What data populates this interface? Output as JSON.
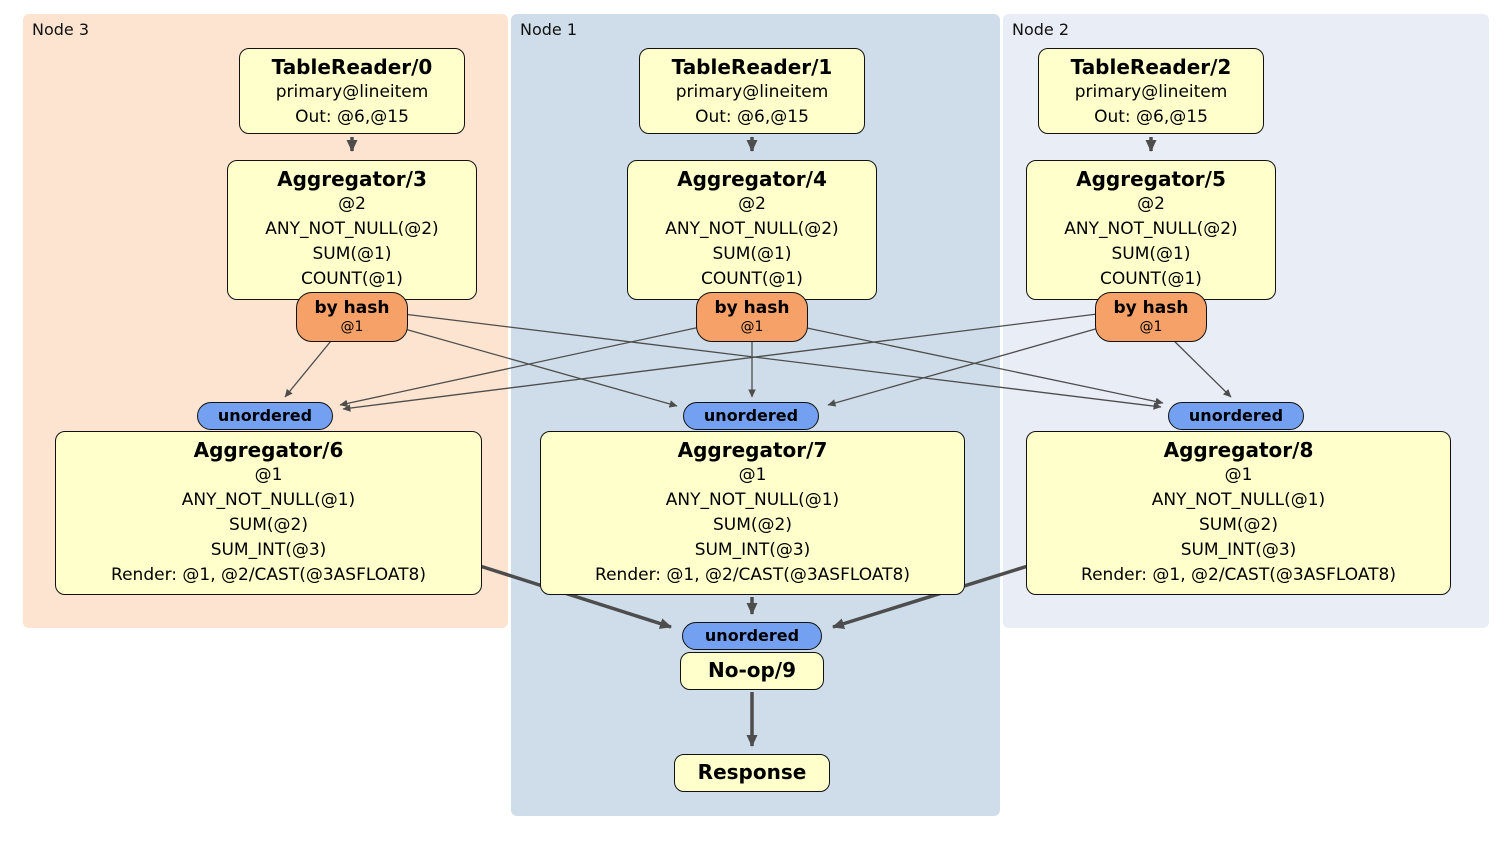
{
  "diagram": "distsql-physical-plan",
  "colors": {
    "node3_bg": "#fce4d1",
    "node1_bg": "#cedde9",
    "node2_bg": "#e9edf6",
    "processor_bg": "#ffffcc",
    "router_bg": "#f5a167",
    "sync_bg": "#74a0f2",
    "edge": "#4d4d4d"
  },
  "groups": [
    {
      "label": "Node 3",
      "tablereader": {
        "title": "TableReader/0",
        "lines": [
          "primary@lineitem",
          "Out: @6,@15"
        ]
      },
      "aggregator_top": {
        "title": "Aggregator/3",
        "lines": [
          "@2",
          "ANY_NOT_NULL(@2)",
          "SUM(@1)",
          "COUNT(@1)"
        ]
      },
      "router": {
        "label": "by hash",
        "detail": "@1"
      },
      "sync": {
        "label": "unordered"
      },
      "aggregator_bottom": {
        "title": "Aggregator/6",
        "lines": [
          "@1",
          "ANY_NOT_NULL(@1)",
          "SUM(@2)",
          "SUM_INT(@3)",
          "Render: @1, @2/CAST(@3ASFLOAT8)"
        ]
      }
    },
    {
      "label": "Node 1",
      "tablereader": {
        "title": "TableReader/1",
        "lines": [
          "primary@lineitem",
          "Out: @6,@15"
        ]
      },
      "aggregator_top": {
        "title": "Aggregator/4",
        "lines": [
          "@2",
          "ANY_NOT_NULL(@2)",
          "SUM(@1)",
          "COUNT(@1)"
        ]
      },
      "router": {
        "label": "by hash",
        "detail": "@1"
      },
      "sync": {
        "label": "unordered"
      },
      "aggregator_bottom": {
        "title": "Aggregator/7",
        "lines": [
          "@1",
          "ANY_NOT_NULL(@1)",
          "SUM(@2)",
          "SUM_INT(@3)",
          "Render: @1, @2/CAST(@3ASFLOAT8)"
        ]
      }
    },
    {
      "label": "Node 2",
      "tablereader": {
        "title": "TableReader/2",
        "lines": [
          "primary@lineitem",
          "Out: @6,@15"
        ]
      },
      "aggregator_top": {
        "title": "Aggregator/5",
        "lines": [
          "@2",
          "ANY_NOT_NULL(@2)",
          "SUM(@1)",
          "COUNT(@1)"
        ]
      },
      "router": {
        "label": "by hash",
        "detail": "@1"
      },
      "sync": {
        "label": "unordered"
      },
      "aggregator_bottom": {
        "title": "Aggregator/8",
        "lines": [
          "@1",
          "ANY_NOT_NULL(@1)",
          "SUM(@2)",
          "SUM_INT(@3)",
          "Render: @1, @2/CAST(@3ASFLOAT8)"
        ]
      }
    }
  ],
  "final_stage": {
    "sync": {
      "label": "unordered"
    },
    "noop": {
      "title": "No-op/9"
    },
    "response": {
      "title": "Response"
    }
  }
}
